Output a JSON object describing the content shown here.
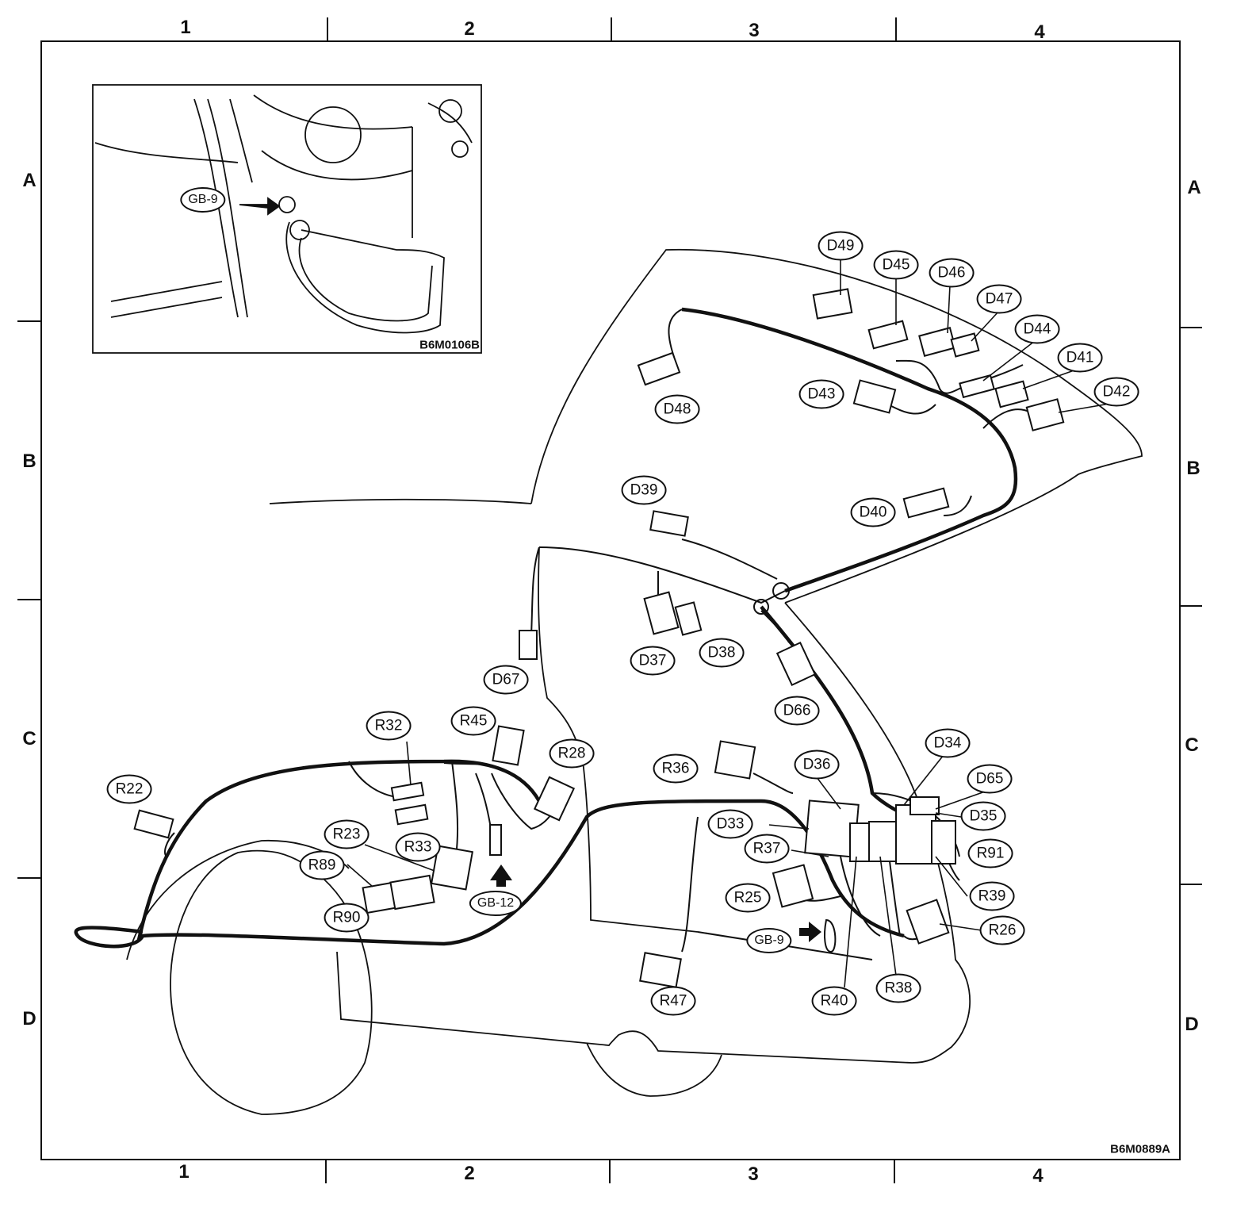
{
  "diagram": {
    "figure_code": "B6M0889A",
    "inset_code": "B6M0106B",
    "grid_columns": [
      "1",
      "2",
      "3",
      "4"
    ],
    "grid_rows": [
      "A",
      "B",
      "C",
      "D"
    ],
    "inset_ground_label": "GB-9",
    "connectors": {
      "D49": "D49",
      "D45": "D45",
      "D46": "D46",
      "D47": "D47",
      "D44": "D44",
      "D41": "D41",
      "D42": "D42",
      "D43": "D43",
      "D48": "D48",
      "D39": "D39",
      "D40": "D40",
      "D37": "D37",
      "D38": "D38",
      "D67": "D67",
      "D66": "D66",
      "D34": "D34",
      "D65": "D65",
      "D36": "D36",
      "D35": "D35",
      "D33": "D33",
      "R32": "R32",
      "R45": "R45",
      "R28": "R28",
      "R36": "R36",
      "R22": "R22",
      "R23": "R23",
      "R33": "R33",
      "R89": "R89",
      "R90": "R90",
      "R37": "R37",
      "R91": "R91",
      "R25": "R25",
      "R39": "R39",
      "R26": "R26",
      "R47": "R47",
      "R40": "R40",
      "R38": "R38",
      "GB-12": "GB-12",
      "GB-9": "GB-9"
    }
  }
}
